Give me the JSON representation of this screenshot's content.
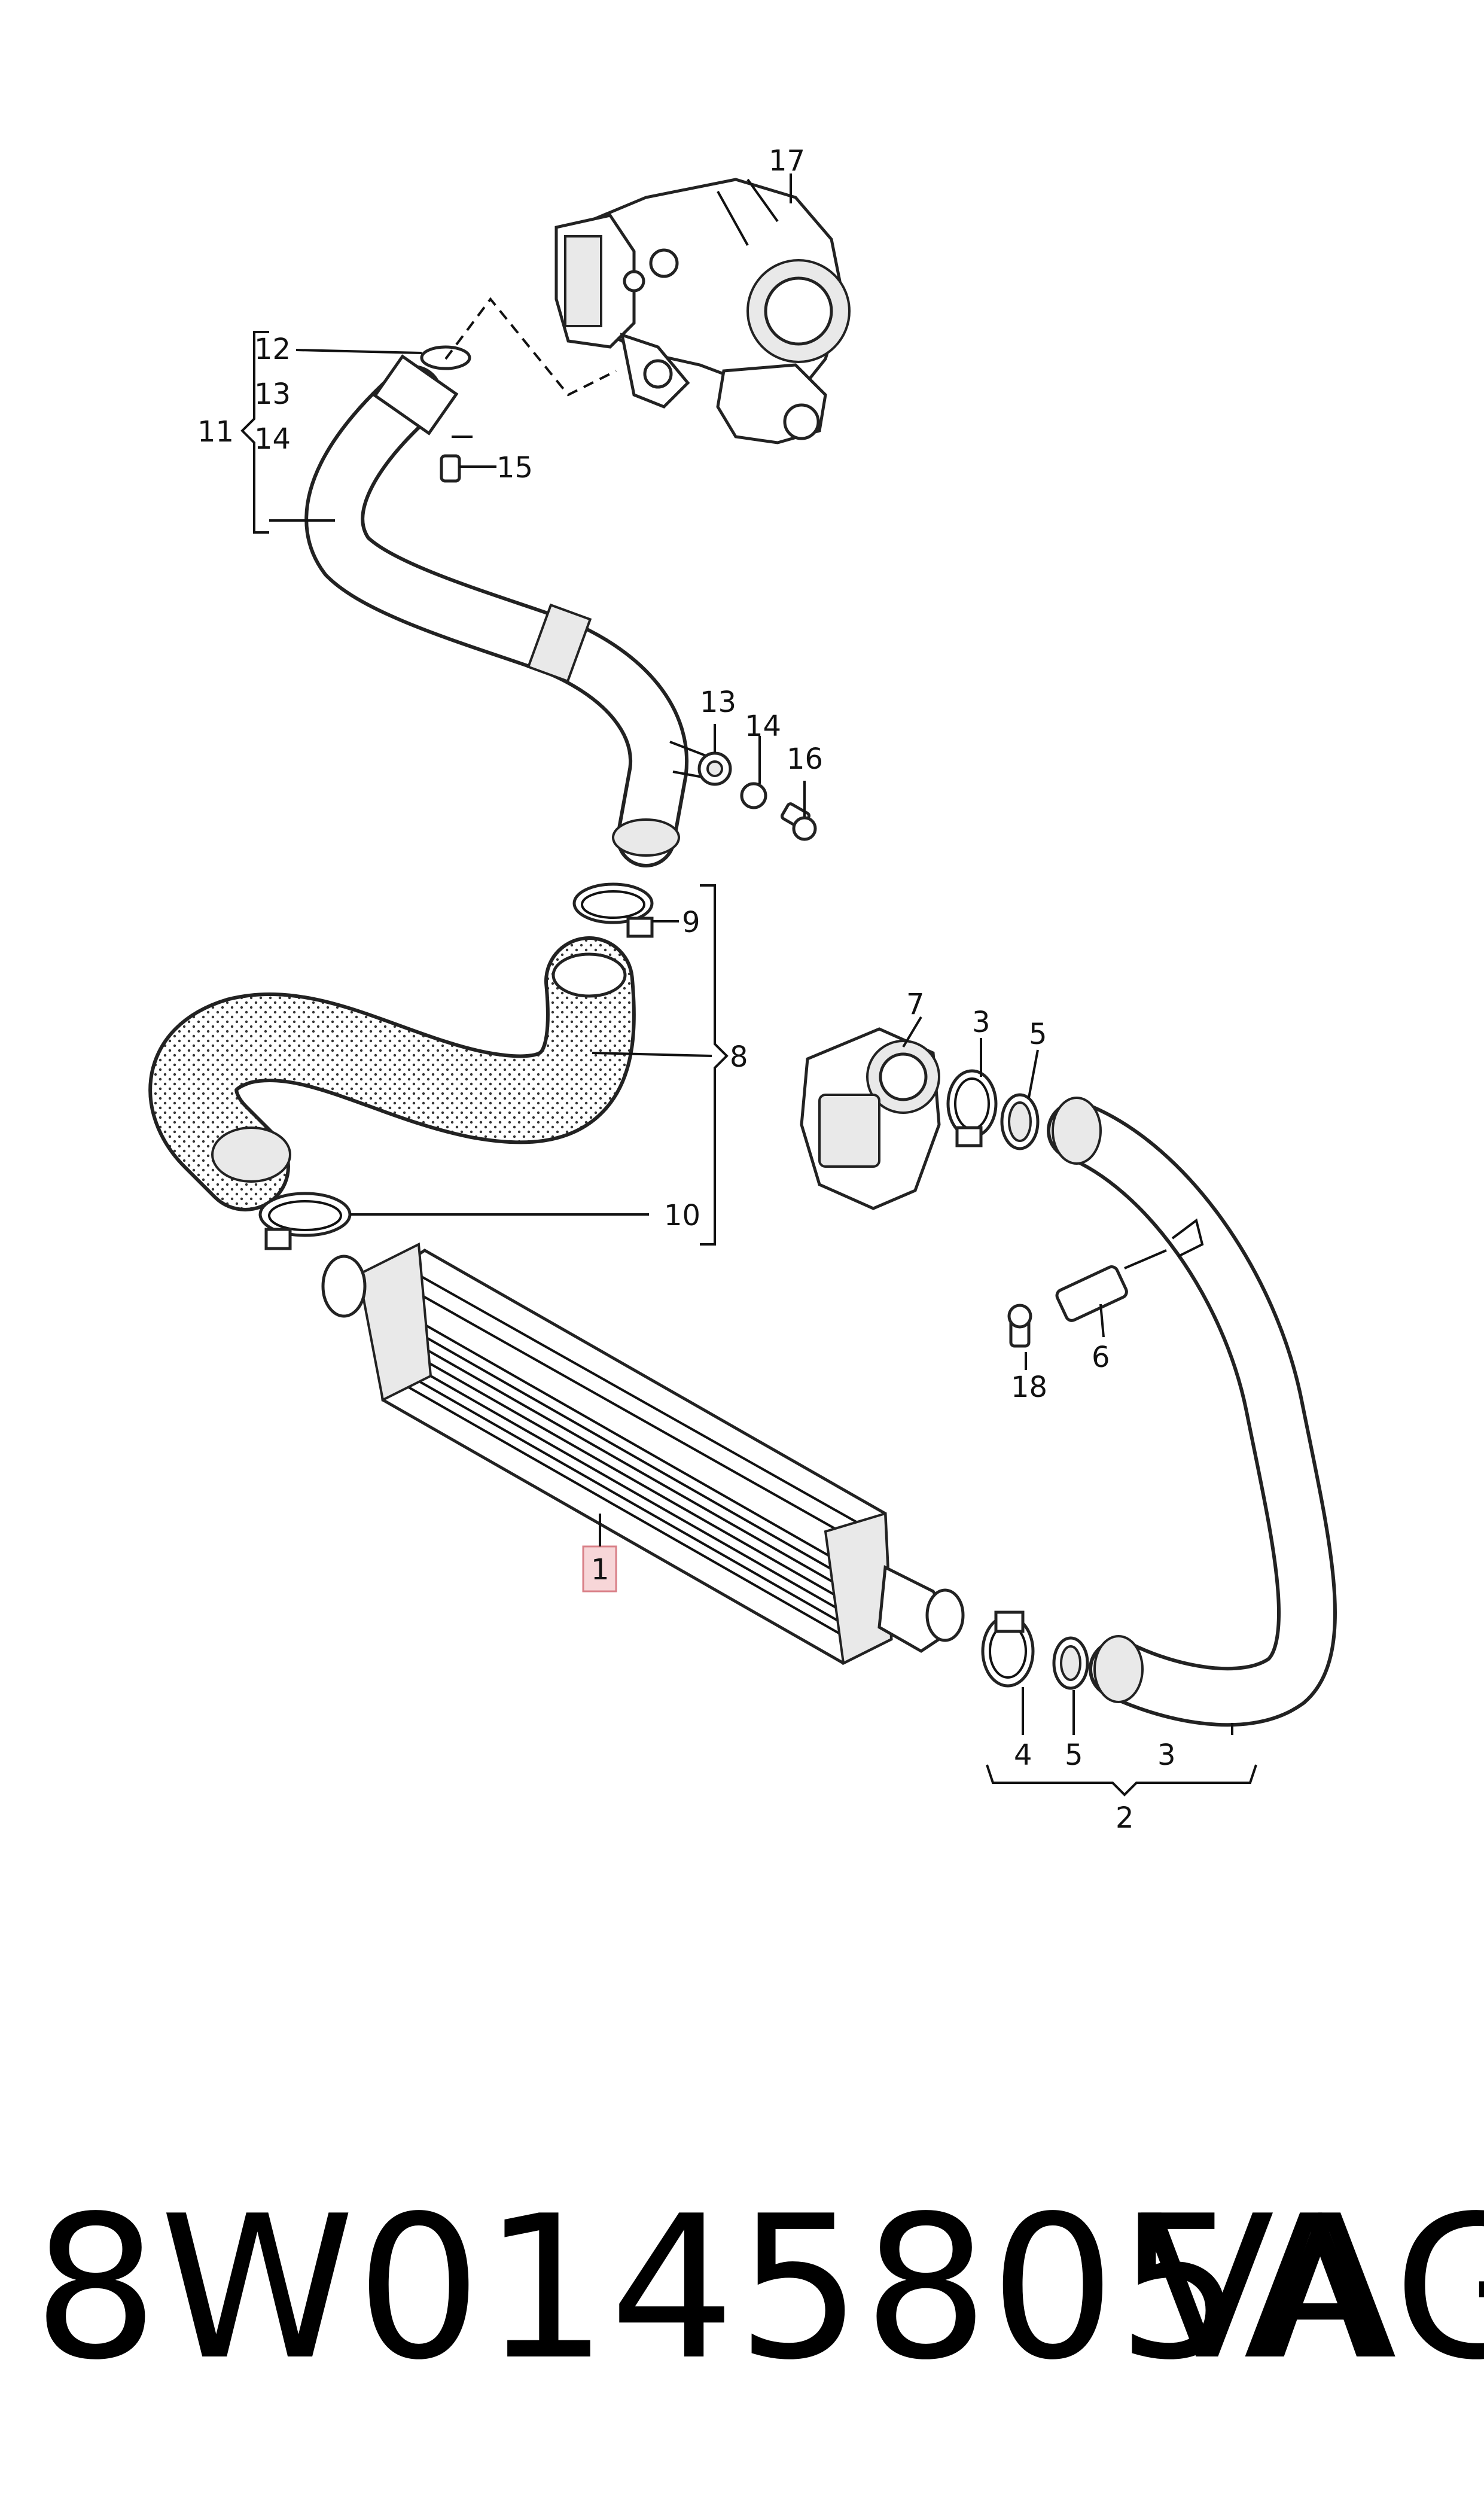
{
  "callouts": {
    "c1": "1",
    "c2": "2",
    "c3a": "3",
    "c3b": "3",
    "c4": "4",
    "c5a": "5",
    "c5b": "5",
    "c6": "6",
    "c7": "7",
    "c8": "8",
    "c9": "9",
    "c10": "10",
    "c11": "11",
    "c12": "12",
    "c13a": "13",
    "c13b": "13",
    "c14a": "14",
    "c14b": "14",
    "c15": "15",
    "c16": "16",
    "c17": "17",
    "c18": "18"
  },
  "caption": {
    "part_number": "8W0145805A",
    "brand": "VAG"
  },
  "colors": {
    "highlight_box": "#f7d6d8",
    "highlight_border": "#d98088",
    "line": "#111111"
  }
}
